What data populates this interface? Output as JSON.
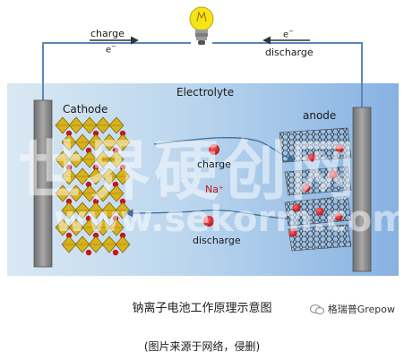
{
  "diagram": {
    "top_charge": "charge",
    "top_charge_e": "e",
    "top_discharge": "discharge",
    "top_discharge_e": "e",
    "electrolyte": "Electrolyte",
    "cathode": "Cathode",
    "anode": "anode",
    "ion_charge": "charge",
    "ion": "Na⁺",
    "ion_discharge": "discharge",
    "electron_sign": "−"
  },
  "watermark": {
    "cn": "世界硬创网",
    "en": "www.sekorm.com"
  },
  "caption": {
    "title": "钠离子电池工作原理示意图",
    "source": "(图片来源于网络，侵删)",
    "brand": "格瑞普Grepow"
  },
  "colors": {
    "electrolyte_left": "#d9e8f3",
    "electrolyte_mid": "#bcd6ee",
    "electrolyte_right": "#86b2e2",
    "electrode": "#8e8e8e",
    "wire": "#5b87b8",
    "octahedron": "#d8b21a",
    "sodium_ion": "#c9141a",
    "graphene": "#3c3c3c",
    "bulb_glass": "#f7e417"
  },
  "icons": [
    "light-bulb-icon",
    "wechat-icon"
  ]
}
